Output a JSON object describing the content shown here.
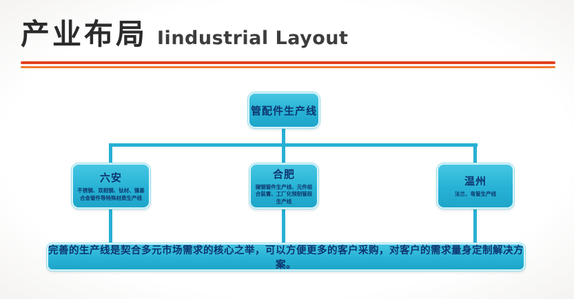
{
  "title": {
    "zh": "产业布局",
    "en": "Iindustrial Layout"
  },
  "tree": {
    "root": {
      "label": "管配件生产线"
    },
    "children": [
      {
        "name": "六安",
        "desc": "不锈钢、双相钢、钛材、镍基合金管件等特殊材质生产线"
      },
      {
        "name": "合肥",
        "desc": "碳钢管件生产线、元件组合装置、工厂化预制管段生产线"
      },
      {
        "name": "温州",
        "desc": "法兰、弯管生产线"
      }
    ]
  },
  "summary": "完善的生产线是契合多元市场需求的核心之举，可以方便更多的客户采购，对客户的需求量身定制解决方案。",
  "colors": {
    "box_cyan": "#27b2d5",
    "connector_cyan": "#27b0d3",
    "rule_red": "#e2401d",
    "rule_orange": "#ef7a30",
    "node_text_navy": "#0d3570",
    "title_dark": "#2b2b2b"
  }
}
